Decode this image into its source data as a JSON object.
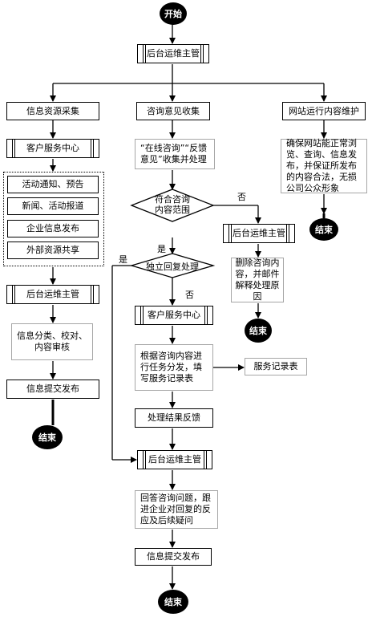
{
  "terminals": {
    "start": "开始",
    "end": "结束"
  },
  "top": {
    "admin": "后台运维主管"
  },
  "left": {
    "header": "信息资源采集",
    "csc": "客户服务中心",
    "items": [
      "活动通知、预告",
      "新闻、活动报道",
      "企业信息发布",
      "外部资源共享"
    ],
    "admin": "后台运维主管",
    "review": "信息分类、校对、内容审核",
    "publish": "信息提交发布"
  },
  "center": {
    "header": "咨询意见收集",
    "collect": "“在线咨询”“反馈意见”收集并处理",
    "decision1": "符合咨询内容范围",
    "decision2": "独立回复处理",
    "csc": "客户服务中心",
    "dispatch": "根据咨询内容进行任务分发，填写服务记录表",
    "record": "服务记录表",
    "feedback": "处理结果反馈",
    "admin": "后台运维主管",
    "answer": "回答咨询问题，跟进企业对回复的反应及后续疑问",
    "publish": "信息提交发布"
  },
  "mid_right": {
    "admin": "后台运维主管",
    "delete": "删除咨询内容，并邮件解释处理原因"
  },
  "right": {
    "header": "网站运行内容维护",
    "ensure": "确保网站能正常浏览、查询、信息发布，并保证所发布的内容合法，无损公司公众形象"
  },
  "labels": {
    "no": "否",
    "yes": "是"
  }
}
